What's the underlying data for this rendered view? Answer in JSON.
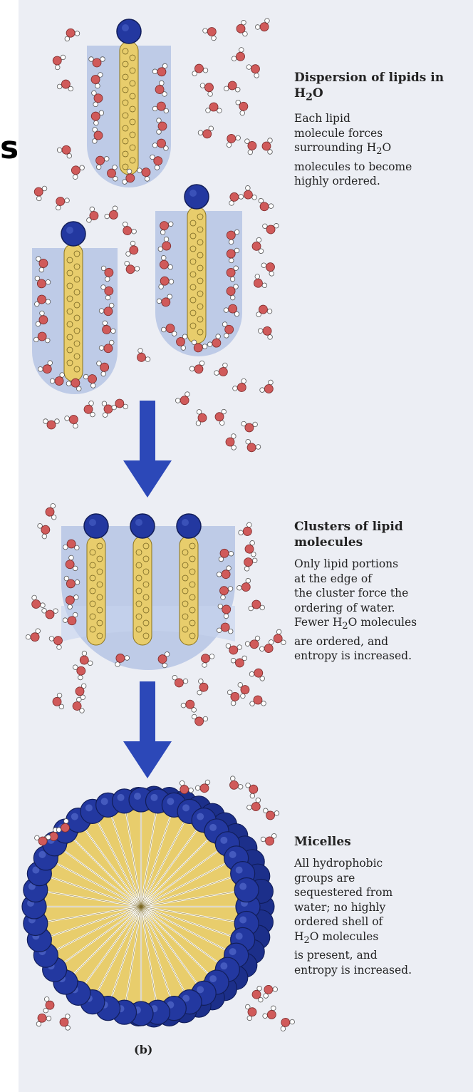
{
  "stray_mark": "s",
  "captions": [
    {
      "title_parts": [
        "Dispersion of lipids in H",
        "2",
        "O"
      ],
      "body_lines": [
        [
          {
            "t": "Each lipid"
          }
        ],
        [
          {
            "t": "molecule forces"
          }
        ],
        [
          {
            "t": "surrounding H"
          },
          {
            "t": "2",
            "sub": true
          },
          {
            "t": "O"
          }
        ],
        [
          {
            "t": "molecules to become"
          }
        ],
        [
          {
            "t": "highly ordered."
          }
        ]
      ]
    },
    {
      "title_parts": [
        "Clusters of lipid molecules"
      ],
      "body_lines": [
        [
          {
            "t": "Only lipid portions"
          }
        ],
        [
          {
            "t": "at the edge of"
          }
        ],
        [
          {
            "t": "the cluster force the"
          }
        ],
        [
          {
            "t": "ordering of water."
          }
        ],
        [
          {
            "t": "Fewer H"
          },
          {
            "t": "2",
            "sub": true
          },
          {
            "t": "O molecules"
          }
        ],
        [
          {
            "t": "are ordered, and"
          }
        ],
        [
          {
            "t": "entropy is increased."
          }
        ]
      ]
    },
    {
      "title_parts": [
        "Micelles"
      ],
      "body_lines": [
        [
          {
            "t": "All hydrophobic"
          }
        ],
        [
          {
            "t": "groups are"
          }
        ],
        [
          {
            "t": "sequestered from"
          }
        ],
        [
          {
            "t": "water;  no highly"
          }
        ],
        [
          {
            "t": "ordered shell of"
          }
        ],
        [
          {
            "t": "H"
          },
          {
            "t": "2",
            "sub": true
          },
          {
            "t": "O molecules"
          }
        ],
        [
          {
            "t": "is present, and"
          }
        ],
        [
          {
            "t": "entropy is increased."
          }
        ]
      ]
    }
  ],
  "panel_label": "(b)",
  "colors": {
    "paper": "#eceef4",
    "shell": "#b9c7e6",
    "tail": "#e8cd6c",
    "head": "#2338a0",
    "arrow": "#2c48b8",
    "oxygen": "#d05a5a",
    "hydrogen": "#ffffff"
  }
}
